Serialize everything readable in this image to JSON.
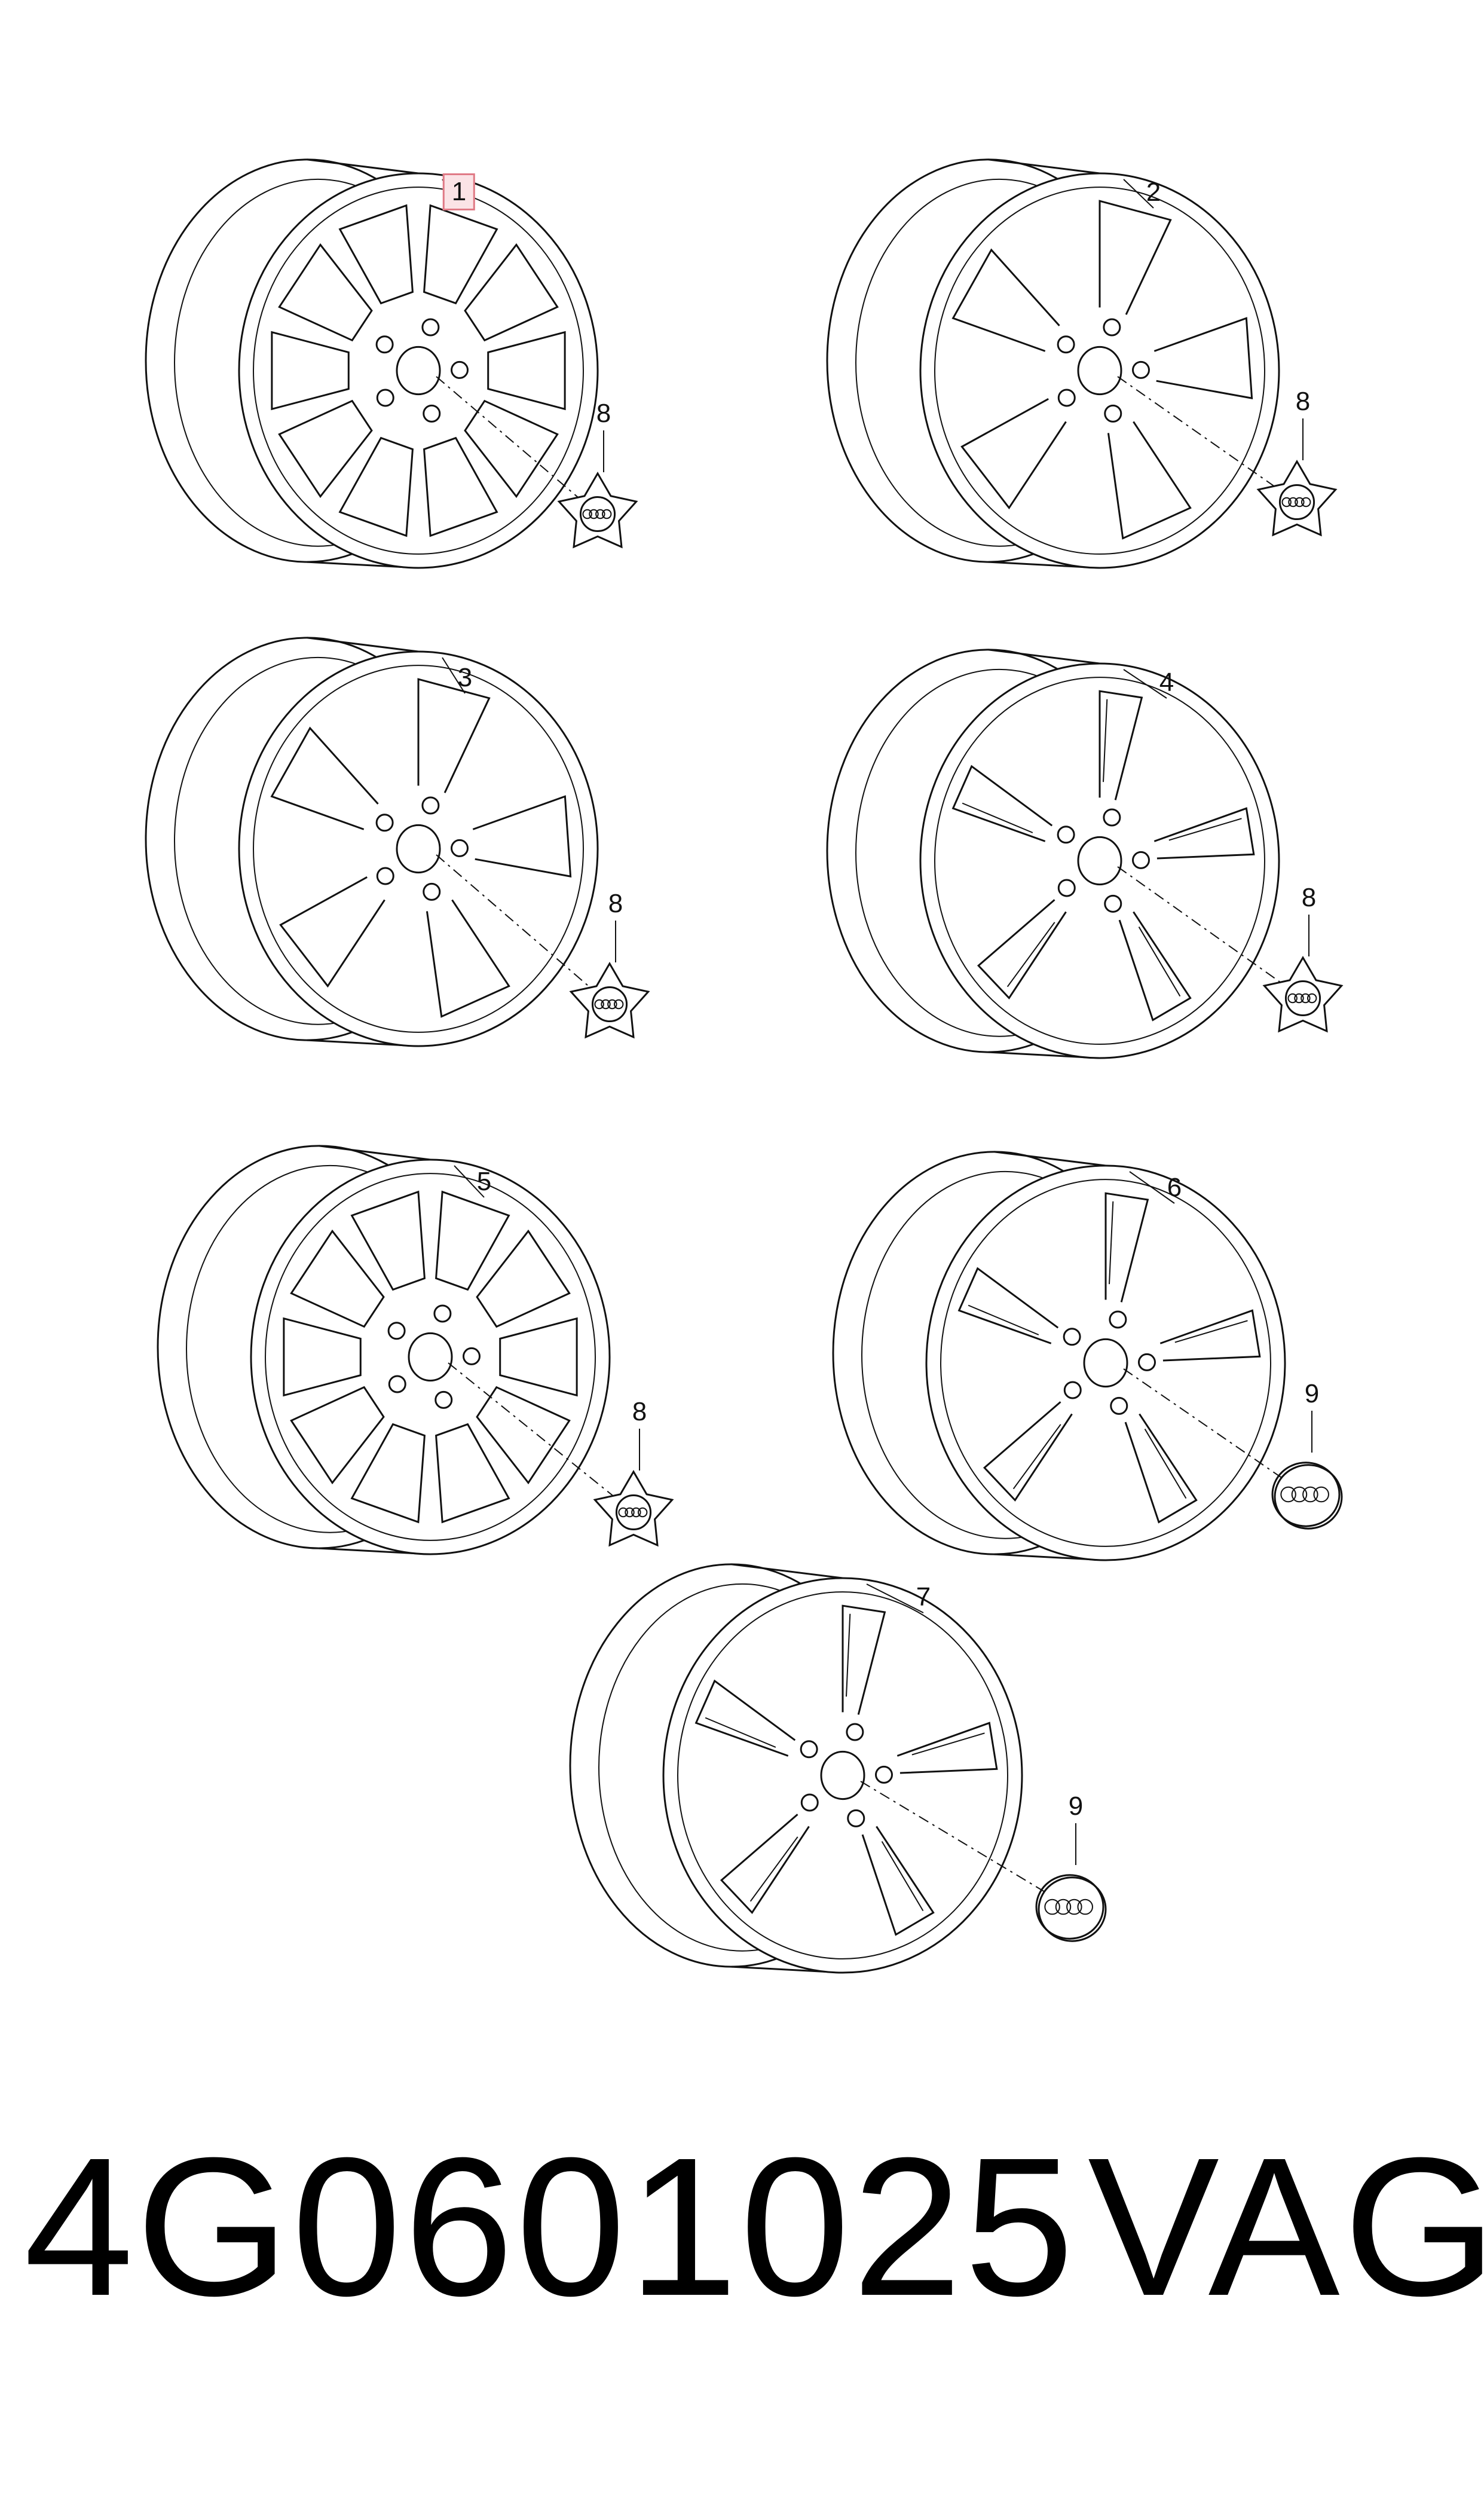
{
  "diagram": {
    "callouts": [
      "1",
      "2",
      "3",
      "4",
      "5",
      "6",
      "7",
      "8",
      "9"
    ],
    "highlighted": "1",
    "highlight_color": "#e07a86"
  },
  "footer": {
    "part_number": "4G0601025",
    "brand": "VAG"
  }
}
